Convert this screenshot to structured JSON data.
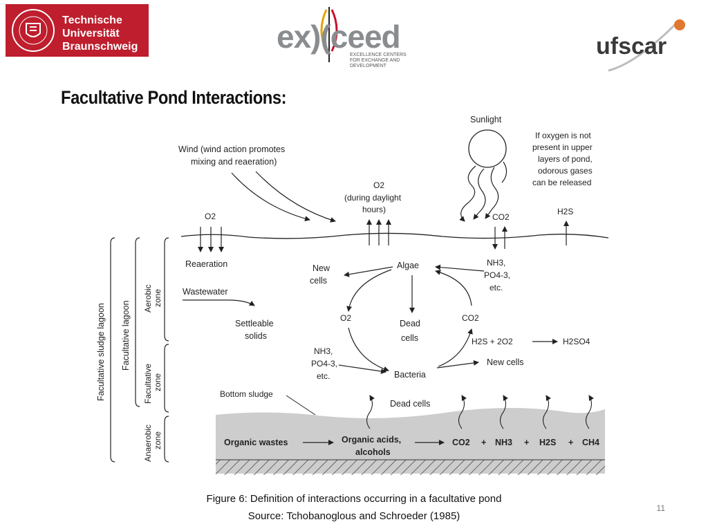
{
  "header": {
    "tu_logo": {
      "lines": [
        "Technische",
        "Universität",
        "Braunschweig"
      ],
      "color": "#be1e2d"
    },
    "exceed_logo": {
      "main": "ex)(ceed",
      "sub_lines": [
        "EXCELLENCE CENTERS",
        "FOR EXCHANGE AND DEVELOPMENT"
      ]
    },
    "ufscar_logo": {
      "text": "ufscar"
    }
  },
  "slide": {
    "title": "Facultative Pond Interactions:",
    "page_number": "11"
  },
  "diagram": {
    "sunlight": "Sunlight",
    "oxygen_note": [
      "If oxygen is not",
      "present in upper",
      "layers of pond,",
      "odorous gases",
      "can be released"
    ],
    "h2s_top": "H2S",
    "co2_top": "CO2",
    "wind": [
      "Wind (wind action promotes",
      "mixing and reaeration)"
    ],
    "o2_daylight": [
      "O2",
      "(during daylight",
      "hours)"
    ],
    "o2_left": "O2",
    "reaeration": "Reaeration",
    "wastewater": "Wastewater",
    "settleable": [
      "Settleable",
      "solids"
    ],
    "new_cells_left": [
      "New",
      "cells"
    ],
    "algae": "Algae",
    "nutrients_right": [
      "NH3,",
      "PO4-3,",
      "etc."
    ],
    "o2_cycle": "O2",
    "dead_cells_center": [
      "Dead",
      "cells"
    ],
    "co2_cycle": "CO2",
    "h2s_reaction": "H2S + 2O2",
    "h2so4": "H2SO4",
    "nutrients_left": [
      "NH3,",
      "PO4-3,",
      "etc."
    ],
    "new_cells_right": "New cells",
    "bacteria": "Bacteria",
    "bottom_sludge": "Bottom sludge",
    "dead_cells_bottom": "Dead cells",
    "organic_wastes": "Organic wastes",
    "organic_acids": [
      "Organic acids,",
      "alcohols"
    ],
    "products": [
      "CO2",
      "+",
      "NH3",
      "+",
      "H2S",
      "+",
      "CH4"
    ],
    "zones": {
      "sludge_lagoon": "Facultative sludge lagoon",
      "lagoon": "Facultative lagoon",
      "aerobic": [
        "Aerobic",
        "zone"
      ],
      "facultative": [
        "Facultative",
        "zone"
      ],
      "anaerobic": [
        "Anaerobic",
        "zone"
      ]
    }
  },
  "caption": {
    "line1": "Figure 6: Definition of interactions occurring in a facultative pond",
    "line2": "Source: Tchobanoglous and Schroeder (1985)"
  }
}
